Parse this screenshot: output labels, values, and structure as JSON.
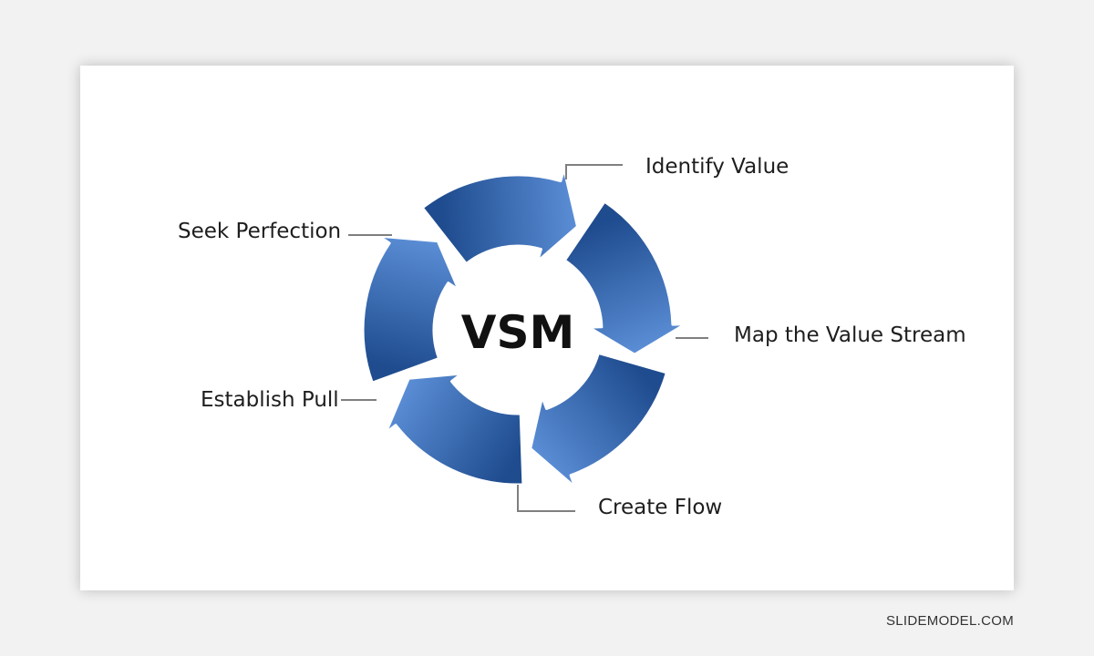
{
  "diagram": {
    "center": "VSM",
    "steps": [
      {
        "label": "Identify Value"
      },
      {
        "label": "Map the Value Stream"
      },
      {
        "label": "Create Flow"
      },
      {
        "label": "Establish Pull"
      },
      {
        "label": "Seek Perfection"
      }
    ]
  },
  "colors": {
    "arrow_light": "#5b8ed6",
    "arrow_dark": "#1f4c8f",
    "connector": "#7f7f7f",
    "text": "#1e1e1e"
  },
  "watermark": "SLIDEMODEL.COM"
}
